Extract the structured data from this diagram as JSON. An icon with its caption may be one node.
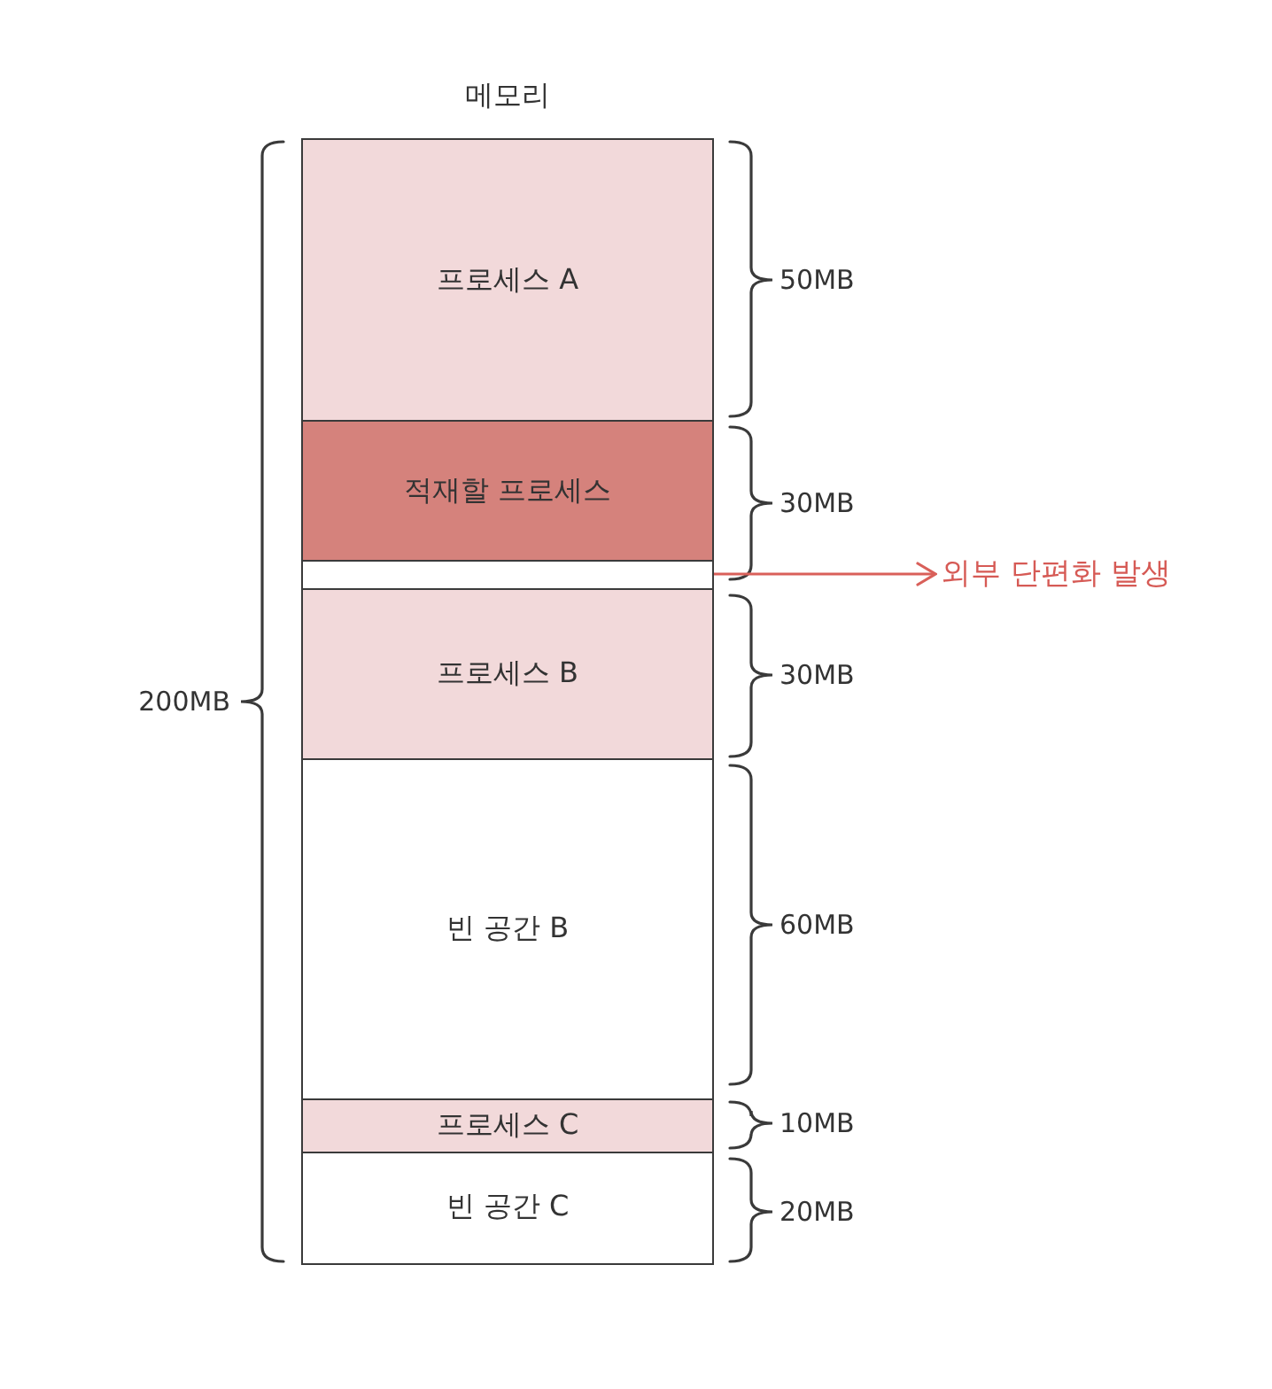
{
  "diagram": {
    "nodes": [
      {
        "text": [
          "메모리"
        ]
      },
      {
        "text": [
          "프로세스 A"
        ],
        "in": 0
      },
      {
        "text": [
          "적재할 프로세스"
        ],
        "in": 0
      },
      {
        "text": [],
        "shape": "box",
        "in": 0
      },
      {
        "text": [
          "프로세스 B"
        ],
        "in": 0
      },
      {
        "text": [
          "빈 공간 B"
        ],
        "in": 0
      },
      {
        "text": [
          "프로세스 C"
        ],
        "in": 0
      },
      {
        "text": [
          "빈 공간 C"
        ],
        "in": 0
      },
      {
        "text": [
          "외부 단편화 발생"
        ]
      }
    ],
    "edges": [
      {
        "from": 3,
        "to": 8,
        "arrow": "to",
        "color": "#d9605a"
      }
    ],
    "labels": [
      "50MB",
      "30MB",
      "30MB",
      "200MB",
      "60MB",
      "10MB",
      "20MB"
    ]
  }
}
